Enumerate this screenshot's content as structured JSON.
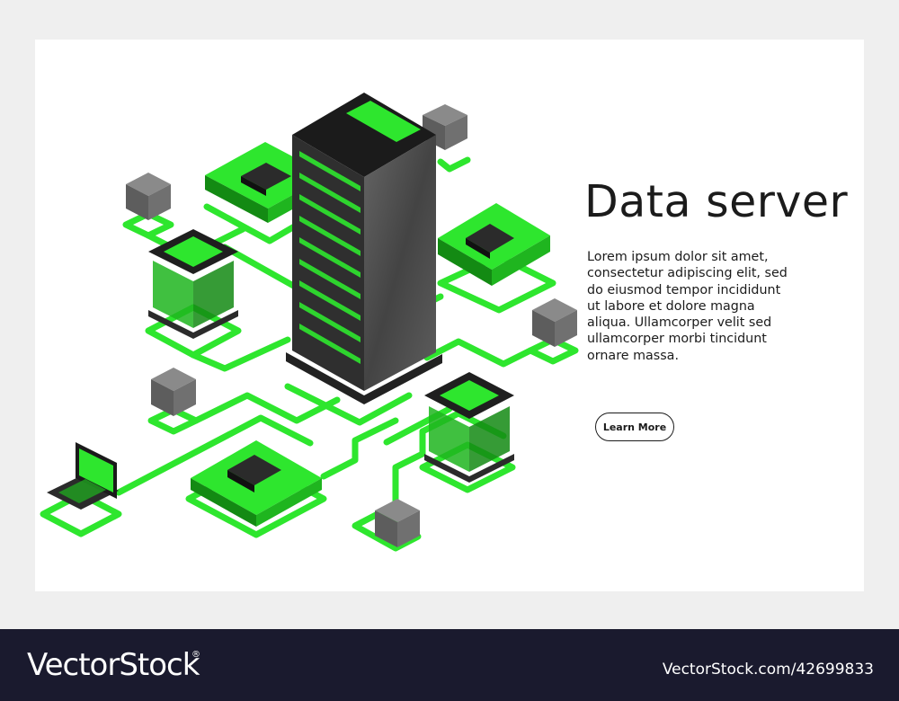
{
  "banner": {
    "title": "Data server",
    "body_lines": [
      "Lorem ipsum dolor sit amet,",
      "consectetur adipiscing elit, sed",
      "do eiusmod tempor incididunt",
      "ut labore et dolore magna",
      "aliqua. Ullamcorper velit sed",
      "ullamcorper morbi tincidunt",
      "ornare massa."
    ],
    "cta_label": "Learn More"
  },
  "footer": {
    "brand": "VectorStock",
    "registered_mark": "®",
    "image_id": "VectorStock.com/42699833"
  },
  "colors": {
    "accent_green": "#2ee62e",
    "dark_green": "#138a13",
    "server_dark": "#2b2b2b",
    "cube_gray": "#6b6b6b",
    "footer_bg": "#1a1a2e"
  },
  "icons": {
    "main_server": "server-rack-icon",
    "small_server": "server-unit-icon",
    "chip": "cpu-chip-icon",
    "laptop": "laptop-icon",
    "node": "cube-node-icon"
  }
}
